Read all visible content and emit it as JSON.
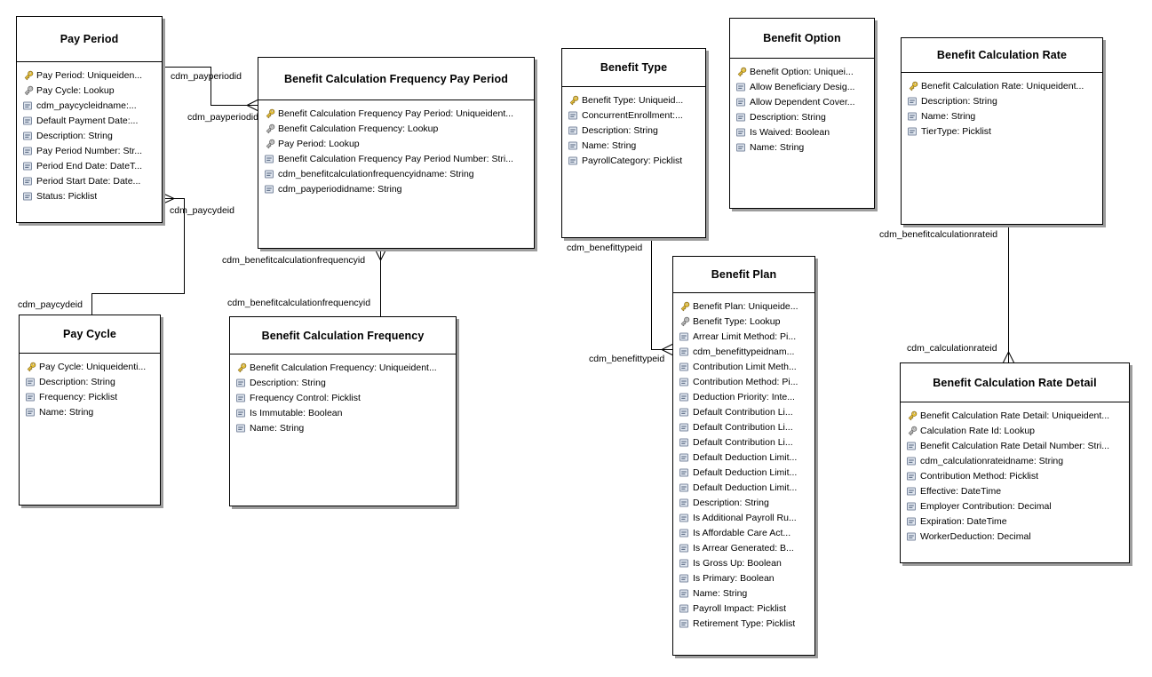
{
  "diagram": {
    "entities": [
      {
        "name": "Pay Period",
        "fields": [
          {
            "icon": "primary-key-icon",
            "text": "Pay Period: Uniqueiden..."
          },
          {
            "icon": "foreign-key-icon",
            "text": "Pay Cycle: Lookup"
          },
          {
            "icon": "column-icon",
            "text": "cdm_paycycleidname:..."
          },
          {
            "icon": "column-icon",
            "text": "Default Payment Date:..."
          },
          {
            "icon": "column-icon",
            "text": "Description: String"
          },
          {
            "icon": "column-icon",
            "text": "Pay Period Number: Str..."
          },
          {
            "icon": "column-icon",
            "text": "Period End Date: DateT..."
          },
          {
            "icon": "column-icon",
            "text": "Period Start Date: Date..."
          },
          {
            "icon": "column-icon",
            "text": "Status: Picklist"
          }
        ]
      },
      {
        "name": "Benefit Calculation Frequency Pay Period",
        "fields": [
          {
            "icon": "primary-key-icon",
            "text": "Benefit Calculation Frequency Pay Period: Uniqueident..."
          },
          {
            "icon": "foreign-key-icon",
            "text": "Benefit Calculation Frequency: Lookup"
          },
          {
            "icon": "foreign-key-icon",
            "text": "Pay Period: Lookup"
          },
          {
            "icon": "column-icon",
            "text": "Benefit Calculation Frequency Pay Period Number: Stri..."
          },
          {
            "icon": "column-icon",
            "text": "cdm_benefitcalculationfrequencyidname: String"
          },
          {
            "icon": "column-icon",
            "text": "cdm_payperiodidname: String"
          }
        ]
      },
      {
        "name": "Benefit Type",
        "fields": [
          {
            "icon": "primary-key-icon",
            "text": "Benefit Type: Uniqueid..."
          },
          {
            "icon": "column-icon",
            "text": "ConcurrentEnrollment:..."
          },
          {
            "icon": "column-icon",
            "text": "Description: String"
          },
          {
            "icon": "column-icon",
            "text": "Name: String"
          },
          {
            "icon": "column-icon",
            "text": "PayrollCategory: Picklist"
          }
        ]
      },
      {
        "name": "Benefit Option",
        "fields": [
          {
            "icon": "primary-key-icon",
            "text": "Benefit Option: Uniquei..."
          },
          {
            "icon": "column-icon",
            "text": "Allow Beneficiary Desig..."
          },
          {
            "icon": "column-icon",
            "text": "Allow Dependent Cover..."
          },
          {
            "icon": "column-icon",
            "text": "Description: String"
          },
          {
            "icon": "column-icon",
            "text": "Is Waived: Boolean"
          },
          {
            "icon": "column-icon",
            "text": "Name: String"
          }
        ]
      },
      {
        "name": "Benefit Calculation Rate",
        "fields": [
          {
            "icon": "primary-key-icon",
            "text": "Benefit Calculation Rate: Uniqueident..."
          },
          {
            "icon": "column-icon",
            "text": "Description: String"
          },
          {
            "icon": "column-icon",
            "text": "Name: String"
          },
          {
            "icon": "column-icon",
            "text": "TierType: Picklist"
          }
        ]
      },
      {
        "name": "Pay Cycle",
        "fields": [
          {
            "icon": "primary-key-icon",
            "text": "Pay Cycle: Uniqueidenti..."
          },
          {
            "icon": "column-icon",
            "text": "Description: String"
          },
          {
            "icon": "column-icon",
            "text": "Frequency: Picklist"
          },
          {
            "icon": "column-icon",
            "text": "Name: String"
          }
        ]
      },
      {
        "name": "Benefit Calculation Frequency",
        "fields": [
          {
            "icon": "primary-key-icon",
            "text": "Benefit Calculation Frequency: Uniqueident..."
          },
          {
            "icon": "column-icon",
            "text": "Description: String"
          },
          {
            "icon": "column-icon",
            "text": "Frequency Control: Picklist"
          },
          {
            "icon": "column-icon",
            "text": "Is Immutable: Boolean"
          },
          {
            "icon": "column-icon",
            "text": "Name: String"
          }
        ]
      },
      {
        "name": "Benefit Plan",
        "fields": [
          {
            "icon": "primary-key-icon",
            "text": "Benefit Plan: Uniqueide..."
          },
          {
            "icon": "foreign-key-icon",
            "text": "Benefit Type: Lookup"
          },
          {
            "icon": "column-icon",
            "text": "Arrear Limit Method: Pi..."
          },
          {
            "icon": "column-icon",
            "text": "cdm_benefittypeidnam..."
          },
          {
            "icon": "column-icon",
            "text": "Contribution Limit Meth..."
          },
          {
            "icon": "column-icon",
            "text": "Contribution Method: Pi..."
          },
          {
            "icon": "column-icon",
            "text": "Deduction Priority: Inte..."
          },
          {
            "icon": "column-icon",
            "text": "Default Contribution Li..."
          },
          {
            "icon": "column-icon",
            "text": "Default Contribution Li..."
          },
          {
            "icon": "column-icon",
            "text": "Default Contribution Li..."
          },
          {
            "icon": "column-icon",
            "text": "Default Deduction Limit..."
          },
          {
            "icon": "column-icon",
            "text": "Default Deduction Limit..."
          },
          {
            "icon": "column-icon",
            "text": "Default Deduction Limit..."
          },
          {
            "icon": "column-icon",
            "text": "Description: String"
          },
          {
            "icon": "column-icon",
            "text": "Is Additional Payroll Ru..."
          },
          {
            "icon": "column-icon",
            "text": "Is Affordable Care Act..."
          },
          {
            "icon": "column-icon",
            "text": "Is Arrear Generated: B..."
          },
          {
            "icon": "column-icon",
            "text": "Is Gross Up: Boolean"
          },
          {
            "icon": "column-icon",
            "text": "Is Primary: Boolean"
          },
          {
            "icon": "column-icon",
            "text": "Name: String"
          },
          {
            "icon": "column-icon",
            "text": "Payroll Impact: Picklist"
          },
          {
            "icon": "column-icon",
            "text": "Retirement Type: Picklist"
          }
        ]
      },
      {
        "name": "Benefit Calculation Rate Detail",
        "fields": [
          {
            "icon": "primary-key-icon",
            "text": "Benefit Calculation Rate Detail: Uniqueident..."
          },
          {
            "icon": "foreign-key-icon",
            "text": "Calculation Rate Id: Lookup"
          },
          {
            "icon": "column-icon",
            "text": "Benefit Calculation Rate Detail Number: Stri..."
          },
          {
            "icon": "column-icon",
            "text": "cdm_calculationrateidname: String"
          },
          {
            "icon": "column-icon",
            "text": "Contribution Method: Picklist"
          },
          {
            "icon": "column-icon",
            "text": "Effective: DateTime"
          },
          {
            "icon": "column-icon",
            "text": "Employer Contribution: Decimal"
          },
          {
            "icon": "column-icon",
            "text": "Expiration: DateTime"
          },
          {
            "icon": "column-icon",
            "text": "WorkerDeduction: Decimal"
          }
        ]
      }
    ],
    "connector_labels": [
      {
        "text": "cdm_payperiodid"
      },
      {
        "text": "cdm_payperiodid"
      },
      {
        "text": "cdm_paycydeid"
      },
      {
        "text": "cdm_paycydeid"
      },
      {
        "text": "cdm_benefitcalculationfrequencyid"
      },
      {
        "text": "cdm_benefitcalculationfrequencyid"
      },
      {
        "text": "cdm_benefittypeid"
      },
      {
        "text": "cdm_benefittypeid"
      },
      {
        "text": "cdm_benefitcalculationrateid"
      },
      {
        "text": "cdm_calculationrateid"
      }
    ],
    "relationships": [
      {
        "from": "Pay Period",
        "to": "Benefit Calculation Frequency Pay Period",
        "label": "cdm_payperiodid",
        "many_end": "Benefit Calculation Frequency Pay Period"
      },
      {
        "from": "Pay Cycle",
        "to": "Pay Period",
        "label": "cdm_paycydeid",
        "many_end": "Pay Period"
      },
      {
        "from": "Benefit Calculation Frequency",
        "to": "Benefit Calculation Frequency Pay Period",
        "label": "cdm_benefitcalculationfrequencyid",
        "many_end": "Benefit Calculation Frequency Pay Period"
      },
      {
        "from": "Benefit Type",
        "to": "Benefit Plan",
        "label": "cdm_benefittypeid",
        "many_end": "Benefit Plan"
      },
      {
        "from": "Benefit Calculation Rate",
        "to": "Benefit Calculation Rate Detail",
        "label": "cdm_benefitcalculationrateid / cdm_calculationrateid",
        "many_end": "Benefit Calculation Rate Detail"
      }
    ]
  },
  "colors": {
    "background": "#ffffff",
    "box_border": "#000000",
    "box_shadow": "#9d9d9d",
    "text": "#000000",
    "primary_key_gold": "#edc73a",
    "foreign_key_gray": "#c6c6c6",
    "connector_line": "#000000"
  }
}
